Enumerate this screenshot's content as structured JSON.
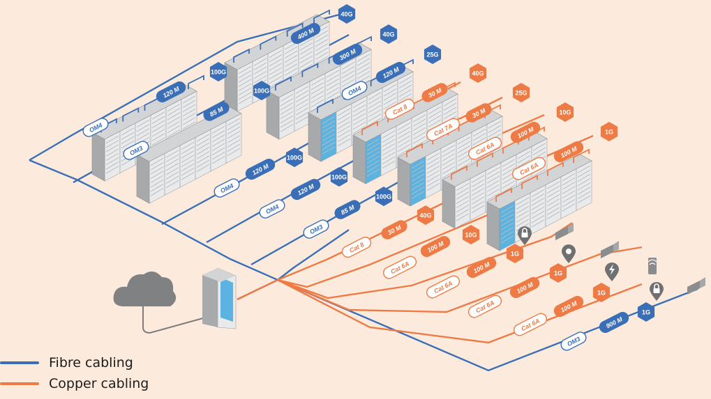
{
  "colors": {
    "background": "#fcebdd",
    "fibre": "#3a6fb7",
    "copper": "#ee7a45",
    "rack_front": "#e8eaec",
    "rack_side": "#a7a9ab",
    "rack_top": "#d2d4d6",
    "accent": "#5ab3e0",
    "icon_grey": "#8a8c8e"
  },
  "legend": [
    {
      "label": "Fibre cabling",
      "color": "#3a6fb7"
    },
    {
      "label": "Copper cabling",
      "color": "#ee7a45"
    }
  ],
  "racks": [
    {
      "id": "row1",
      "icon": "server-rack-row"
    },
    {
      "id": "row2",
      "icon": "server-rack-row"
    },
    {
      "id": "row3",
      "icon": "server-rack-row"
    },
    {
      "id": "row4",
      "icon": "server-rack-row"
    },
    {
      "id": "row5",
      "icon": "server-rack-row"
    },
    {
      "id": "row6",
      "icon": "server-rack-row"
    },
    {
      "id": "row7",
      "icon": "server-rack-row"
    },
    {
      "id": "row8",
      "icon": "server-rack-row"
    }
  ],
  "hex_labels": [
    {
      "text": "40G",
      "color": "fibre"
    },
    {
      "text": "40G",
      "color": "fibre"
    },
    {
      "text": "25G",
      "color": "fibre"
    },
    {
      "text": "40G",
      "color": "copper"
    },
    {
      "text": "25G",
      "color": "copper"
    },
    {
      "text": "10G",
      "color": "copper"
    },
    {
      "text": "1G",
      "color": "copper"
    },
    {
      "text": "100G",
      "color": "fibre"
    },
    {
      "text": "100G",
      "color": "fibre"
    },
    {
      "text": "100G",
      "color": "fibre"
    },
    {
      "text": "100G",
      "color": "fibre"
    },
    {
      "text": "100G",
      "color": "fibre"
    },
    {
      "text": "40G",
      "color": "copper"
    },
    {
      "text": "10G",
      "color": "copper"
    },
    {
      "text": "1G",
      "color": "copper"
    },
    {
      "text": "1G",
      "color": "copper"
    },
    {
      "text": "1G",
      "color": "copper"
    },
    {
      "text": "1G",
      "color": "fibre"
    }
  ],
  "tags": [
    {
      "text": "400 M",
      "style": "fibre-filled"
    },
    {
      "text": "300 M",
      "style": "fibre-filled"
    },
    {
      "text": "120 M",
      "style": "fibre-filled"
    },
    {
      "text": "120 M",
      "style": "fibre-filled"
    },
    {
      "text": "85 M",
      "style": "fibre-filled"
    },
    {
      "text": "OM4",
      "style": "fibre-outline"
    },
    {
      "text": "OM4",
      "style": "fibre-outline"
    },
    {
      "text": "OM3",
      "style": "fibre-outline"
    },
    {
      "text": "30 M",
      "style": "copper-filled"
    },
    {
      "text": "30 M",
      "style": "copper-filled"
    },
    {
      "text": "100 M",
      "style": "copper-filled"
    },
    {
      "text": "100 M",
      "style": "copper-filled"
    },
    {
      "text": "Cat 8",
      "style": "copper-outline"
    },
    {
      "text": "Cat 7A",
      "style": "copper-outline"
    },
    {
      "text": "Cat 6A",
      "style": "copper-outline"
    },
    {
      "text": "Cat 6A",
      "style": "copper-outline"
    },
    {
      "text": "120 M",
      "style": "fibre-filled"
    },
    {
      "text": "120 M",
      "style": "fibre-filled"
    },
    {
      "text": "85 M",
      "style": "fibre-filled"
    },
    {
      "text": "OM4",
      "style": "fibre-outline"
    },
    {
      "text": "OM4",
      "style": "fibre-outline"
    },
    {
      "text": "OM3",
      "style": "fibre-outline"
    },
    {
      "text": "30 M",
      "style": "copper-filled"
    },
    {
      "text": "100 M",
      "style": "copper-filled"
    },
    {
      "text": "100 M",
      "style": "copper-filled"
    },
    {
      "text": "100 M",
      "style": "copper-filled"
    },
    {
      "text": "100 M",
      "style": "copper-filled"
    },
    {
      "text": "Cat 8",
      "style": "copper-outline"
    },
    {
      "text": "Cat 6A",
      "style": "copper-outline"
    },
    {
      "text": "Cat 6A",
      "style": "copper-outline"
    },
    {
      "text": "Cat 6A",
      "style": "copper-outline"
    },
    {
      "text": "Cat 6A",
      "style": "copper-outline"
    },
    {
      "text": "900 M",
      "style": "fibre-filled"
    },
    {
      "text": "OM3",
      "style": "fibre-outline"
    }
  ],
  "edge_icons": [
    {
      "icon": "lock-pin-icon"
    },
    {
      "icon": "location-pin-icon"
    },
    {
      "icon": "power-pin-icon"
    },
    {
      "icon": "lock-pin-icon"
    }
  ],
  "devices": [
    {
      "icon": "camera-icon"
    },
    {
      "icon": "camera-icon"
    },
    {
      "icon": "wireless-access-point-icon"
    },
    {
      "icon": "camera-icon"
    }
  ],
  "core": {
    "icon": "core-switch-rack-icon"
  },
  "cloud": {
    "icon": "cloud-icon"
  }
}
